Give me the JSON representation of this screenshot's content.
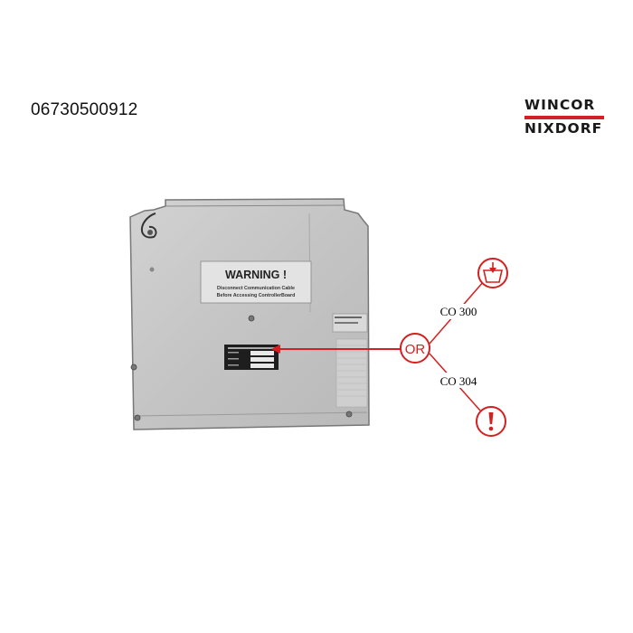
{
  "header": {
    "part_number": "06730500912",
    "brand_line1": "WINCOR",
    "brand_line2": "NIXDORF",
    "brand_bar_color": "#d0202a"
  },
  "panel": {
    "warning_title": "WARNING !",
    "warning_line1": "Disconnect Communication Cable",
    "warning_line2": "Before Accessing ControllerBoard"
  },
  "callout": {
    "or_label": "OR",
    "option_top": "CO 300",
    "option_bottom": "CO 304",
    "accent_color": "#d42020",
    "top_icon": "container-arrow-icon",
    "bottom_icon": "exclamation-icon"
  }
}
